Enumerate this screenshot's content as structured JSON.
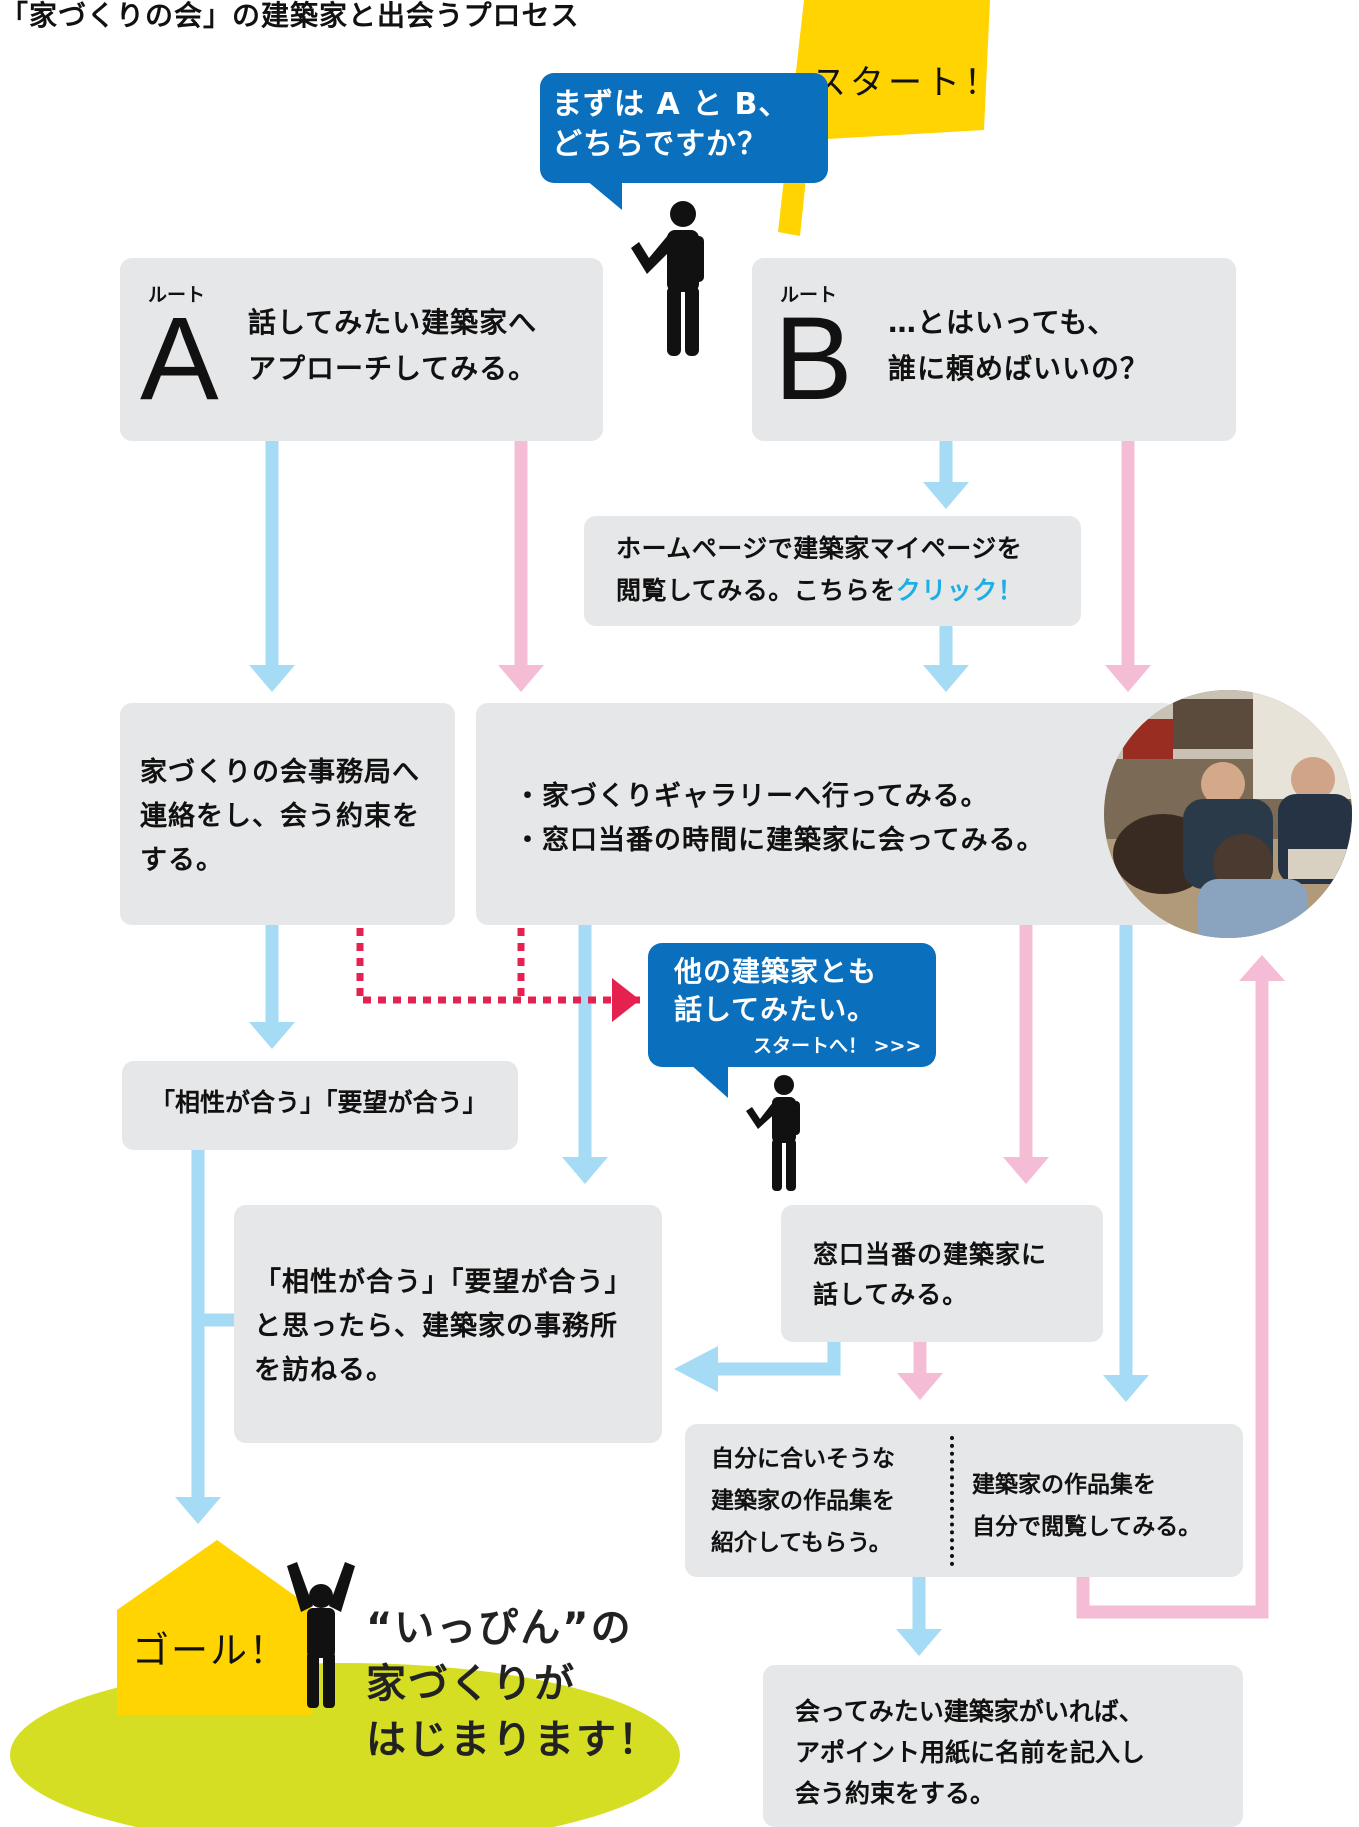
{
  "title": "「家づくりの会」の建築家と出会うプロセス",
  "start_flag": "スタート！",
  "start_bubble": [
    "まずは A と B、",
    "どちらですか？"
  ],
  "route_a": {
    "route_label": "ルート",
    "letter": "A",
    "lines": [
      "話してみたい建築家へ",
      "アプローチしてみる。"
    ]
  },
  "route_b": {
    "route_label": "ルート",
    "letter": "B",
    "lines": [
      "…とはいっても、",
      "誰に頼めばいいの？"
    ]
  },
  "homepage_box": {
    "line1": "ホームページで建築家マイページを",
    "line2_prefix": "閲覧してみる。こちらを",
    "link": "クリック！"
  },
  "office_box": [
    "家づくりの会事務局へ",
    "連絡をし、会う約束を",
    "する。"
  ],
  "gallery_box": [
    "・家づくりギャラリーへ行ってみる。",
    "・窓口当番の時間に建築家に会ってみる。"
  ],
  "other_bubble": {
    "lines": [
      "他の建築家とも",
      "話してみたい。"
    ],
    "sub": "スタートへ！ >>>"
  },
  "compat_box": "「相性が合う」「要望が合う」",
  "visit_box": [
    "「相性が合う」「要望が合う」",
    "と思ったら、建築家の事務所",
    "を訪ねる。"
  ],
  "duty_box": [
    "窓口当番の建築家に",
    "話してみる。"
  ],
  "intro_box": [
    "自分に合いそうな",
    "建築家の作品集を",
    "紹介してもらう。"
  ],
  "browse_box": [
    "建築家の作品集を",
    "自分で閲覧してみる。"
  ],
  "appoint_box": [
    "会ってみたい建築家がいれば、",
    "アポイント用紙に名前を記入し",
    "会う約束をする。"
  ],
  "goal_label": "ゴール！",
  "goal_text": [
    "“いっぴん”の",
    "家づくりが",
    "はじまります！"
  ],
  "colors": {
    "blue_arrow": "#a6dbf5",
    "pink_arrow": "#f5bcd6",
    "bubble_blue": "#0a6fbd",
    "flag_yellow": "#ffd400",
    "link_cyan": "#1eaee6",
    "goal_green": "#d6de23",
    "box_gray": "#e6e7e8",
    "dotted_red": "#e5214f"
  },
  "icons": [
    "person-icon",
    "waving-person-icon",
    "cheering-person-icon",
    "house-icon",
    "flag-icon",
    "photo-people-meeting"
  ]
}
